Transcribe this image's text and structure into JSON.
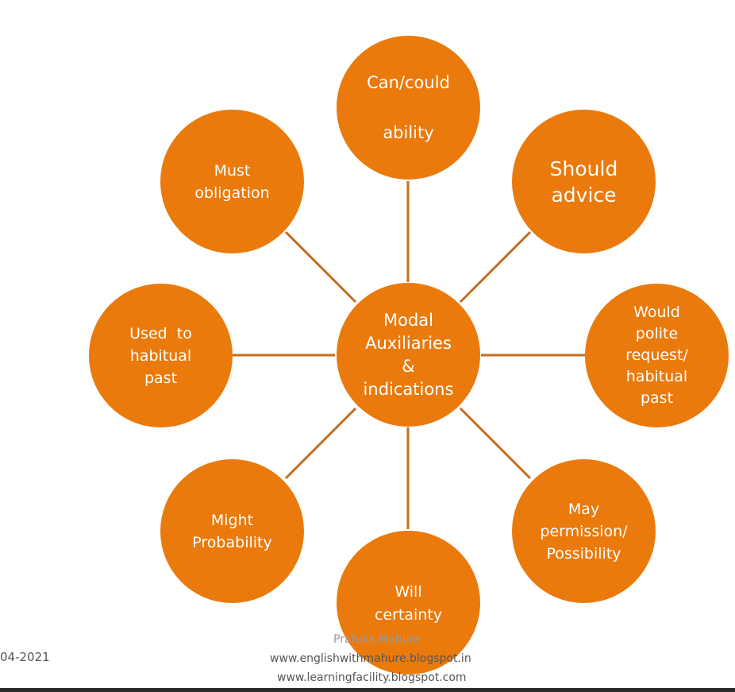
{
  "center": {
    "lines": [
      "Modal",
      "Auxiliaries",
      "&",
      "indications"
    ]
  },
  "nodes": {
    "can_could": {
      "lines": [
        "Can/could",
        "ability"
      ]
    },
    "should": {
      "lines": [
        "Should",
        "advice"
      ]
    },
    "would": {
      "lines": [
        "Would",
        "polite",
        "request/",
        "habitual",
        "past"
      ]
    },
    "may": {
      "lines": [
        "May",
        "permission/",
        "Possibility"
      ]
    },
    "will": {
      "lines": [
        "Will",
        "certainty"
      ]
    },
    "might": {
      "lines": [
        "Might",
        "Probability"
      ]
    },
    "used_to": {
      "lines": [
        "Used  to",
        "habitual",
        "past"
      ]
    },
    "must": {
      "lines": [
        "Must",
        "obligation"
      ]
    }
  },
  "colors": {
    "node_fill": "#ea7a0c",
    "connector": "#c46d1e",
    "node_text": "#ffffff",
    "footer_text": "#555555",
    "footer_author": "#9a9a9a"
  },
  "footer": {
    "date": "04-2021",
    "author": "Prafulla Mahure",
    "url1": "www.englishwithmahure.blogspot.in",
    "url2": "www.learningfacility.blogspot.com"
  }
}
